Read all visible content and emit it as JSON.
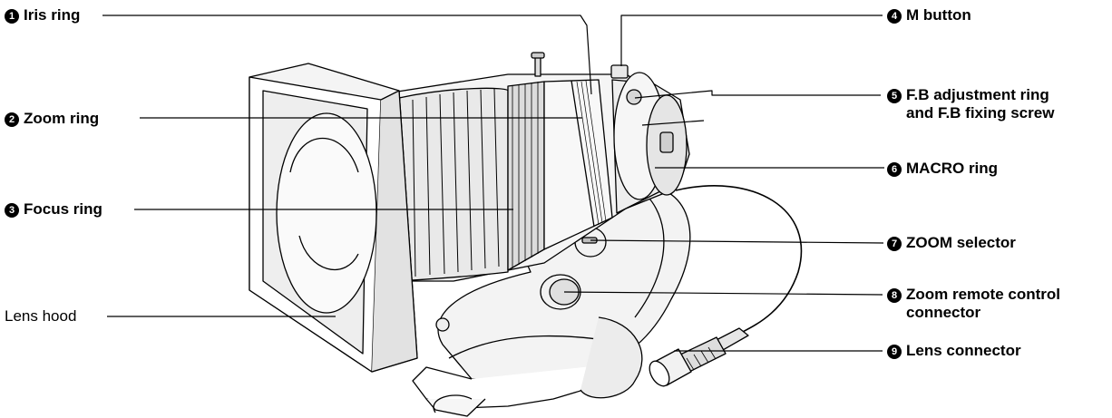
{
  "callouts": [
    {
      "id": "iris-ring",
      "num": "1",
      "badge": "❶",
      "text": "Iris ring"
    },
    {
      "id": "zoom-ring",
      "num": "2",
      "badge": "❷",
      "text": "Zoom ring"
    },
    {
      "id": "focus-ring",
      "num": "3",
      "badge": "❸",
      "text": "Focus ring"
    },
    {
      "id": "m-button",
      "num": "4",
      "badge": "❹",
      "text": "M button"
    },
    {
      "id": "fb-adjustment",
      "num": "5",
      "badge": "❺",
      "text": "F.B adjustment ring",
      "text2": "and F.B fixing screw"
    },
    {
      "id": "macro-ring",
      "num": "6",
      "badge": "❻",
      "text": "MACRO ring"
    },
    {
      "id": "zoom-selector",
      "num": "7",
      "badge": "❼",
      "text": "ZOOM selector"
    },
    {
      "id": "zoom-remote",
      "num": "8",
      "badge": "❽",
      "text": "Zoom remote control",
      "text2": "connector"
    },
    {
      "id": "lens-connector",
      "num": "9",
      "badge": "❾",
      "text": "Lens connector"
    },
    {
      "id": "lens-hood",
      "num": "",
      "badge": "",
      "text": "Lens hood"
    }
  ],
  "colors": {
    "line": "#000000",
    "shade": "#e6e6e6",
    "background": "#ffffff"
  }
}
